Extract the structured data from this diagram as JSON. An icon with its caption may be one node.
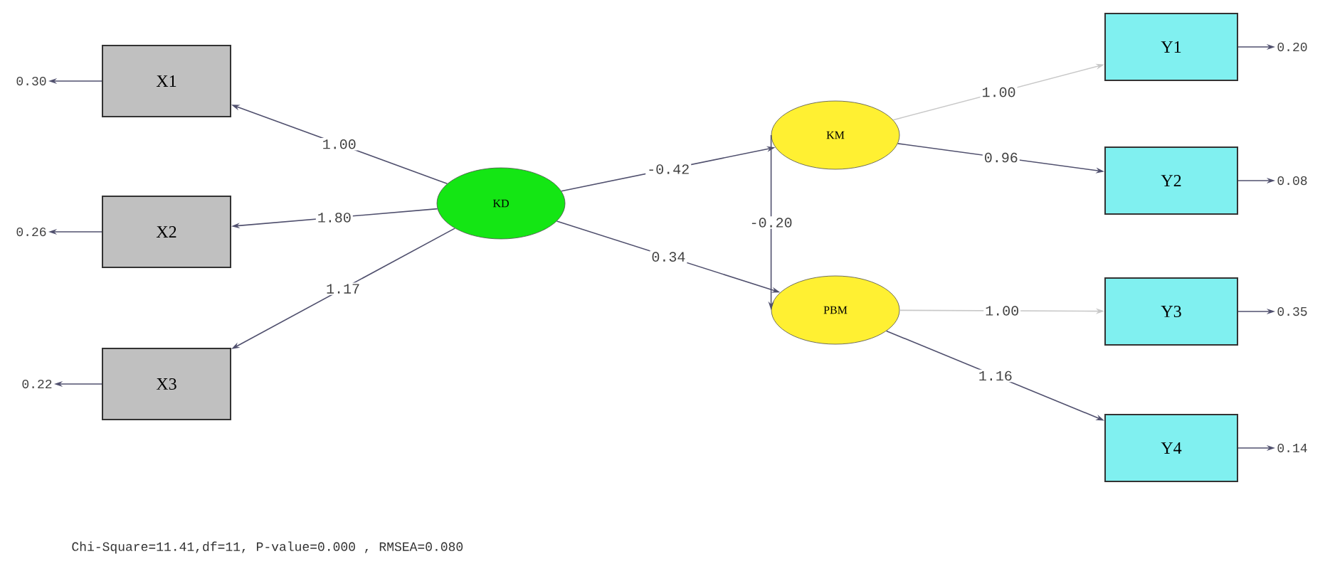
{
  "diagram": {
    "nodes": [
      {
        "text": [
          "X1"
        ]
      },
      {
        "text": [
          "X2"
        ]
      },
      {
        "text": [
          "X3"
        ]
      },
      {
        "text": [
          "KD"
        ]
      },
      {
        "text": [
          "KM"
        ]
      },
      {
        "text": [
          "PBM"
        ]
      },
      {
        "text": [
          "Y1"
        ]
      },
      {
        "text": [
          "Y2"
        ]
      },
      {
        "text": [
          "Y3"
        ]
      },
      {
        "text": [
          "Y4"
        ]
      },
      {
        "text": [
          "0.30"
        ]
      },
      {
        "text": [
          "0.26"
        ]
      },
      {
        "text": [
          "0.22"
        ]
      },
      {
        "text": [
          "0.20"
        ]
      },
      {
        "text": [
          "0.08"
        ]
      },
      {
        "text": [
          "0.35"
        ]
      },
      {
        "text": [
          "0.14"
        ]
      }
    ],
    "edges": [
      {
        "from": 3,
        "to": 0,
        "arrow": "to",
        "label": "1.00"
      },
      {
        "from": 3,
        "to": 1,
        "arrow": "to",
        "label": "1.80"
      },
      {
        "from": 3,
        "to": 2,
        "arrow": "to",
        "label": "1.17"
      },
      {
        "from": 3,
        "to": 4,
        "arrow": "to",
        "label": "-0.42"
      },
      {
        "from": 3,
        "to": 5,
        "arrow": "to",
        "label": "0.34"
      },
      {
        "from": 4,
        "to": 5,
        "arrow": "to",
        "label": "-0.20"
      },
      {
        "from": 4,
        "to": 6,
        "arrow": "to",
        "label": "1.00",
        "color": "#c8c8c8"
      },
      {
        "from": 4,
        "to": 7,
        "arrow": "to",
        "label": "0.96"
      },
      {
        "from": 5,
        "to": 8,
        "arrow": "to",
        "label": "1.00",
        "color": "#c8c8c8"
      },
      {
        "from": 5,
        "to": 9,
        "arrow": "to",
        "label": "1.16"
      },
      {
        "from": 0,
        "to": 10,
        "arrow": "to"
      },
      {
        "from": 1,
        "to": 11,
        "arrow": "to"
      },
      {
        "from": 2,
        "to": 12,
        "arrow": "to"
      },
      {
        "from": 6,
        "to": 13,
        "arrow": "to"
      },
      {
        "from": 7,
        "to": 14,
        "arrow": "to"
      },
      {
        "from": 8,
        "to": 15,
        "arrow": "to"
      },
      {
        "from": 9,
        "to": 16,
        "arrow": "to"
      }
    ],
    "labels": [
      "Chi-Square=11.41,df=11, P-value=0.000 , RMSEA=0.080"
    ]
  }
}
